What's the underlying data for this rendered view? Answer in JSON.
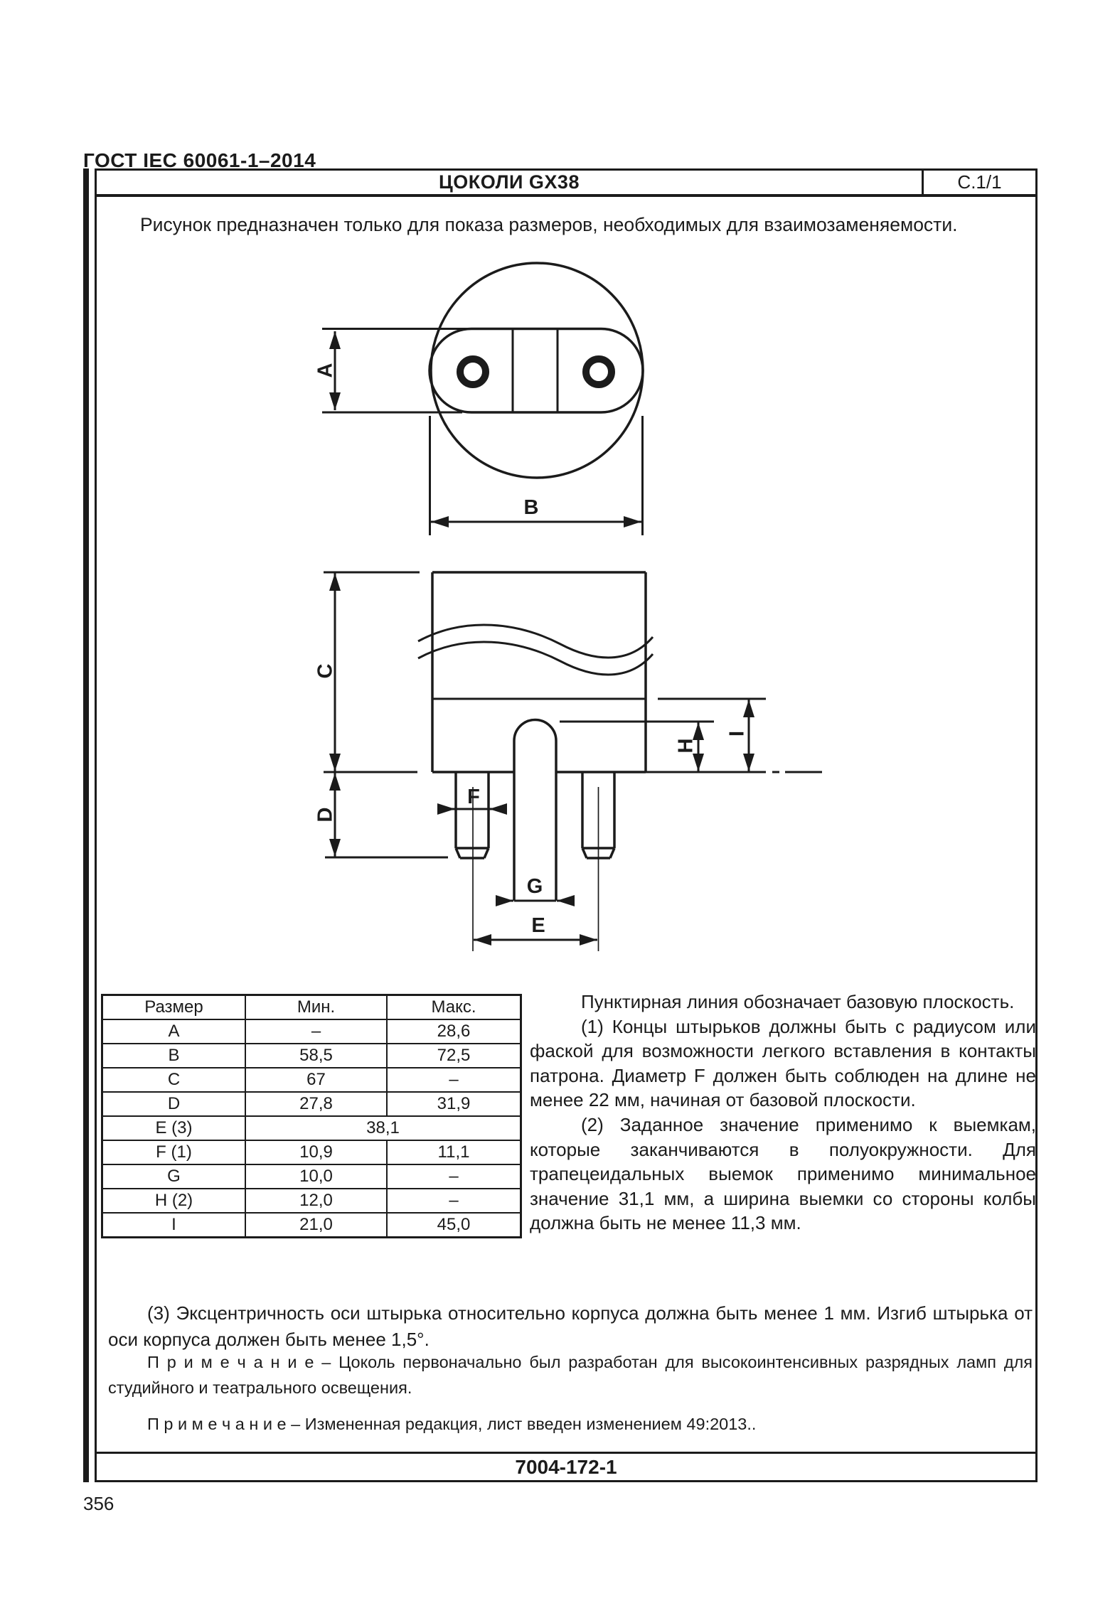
{
  "header": {
    "standard": "ГОСТ IEC 60061-1–2014"
  },
  "sheet": {
    "title": "ЦОКОЛИ GX38",
    "sheet_ref": "С.1/1",
    "intro": "Рисунок предназначен только для показа размеров, необходимых для взаимозаменяемости.",
    "footer_code": "7004-172-1"
  },
  "page_number": "356",
  "diagram": {
    "labels": {
      "A": "A",
      "B": "B",
      "C": "C",
      "D": "D",
      "E": "E",
      "F": "F",
      "G": "G",
      "H": "H",
      "I": "I"
    }
  },
  "dim_table": {
    "headers": {
      "size": "Размер",
      "min": "Мин.",
      "max": "Макс."
    },
    "rows": [
      {
        "label": "A",
        "min": "–",
        "max": "28,6"
      },
      {
        "label": "B",
        "min": "58,5",
        "max": "72,5"
      },
      {
        "label": "C",
        "min": "67",
        "max": "–"
      },
      {
        "label": "D",
        "min": "27,8",
        "max": "31,9"
      },
      {
        "label": "E (3)",
        "span_value": "38,1"
      },
      {
        "label": "F (1)",
        "min": "10,9",
        "max": "11,1"
      },
      {
        "label": "G",
        "min": "10,0",
        "max": "–"
      },
      {
        "label": "H (2)",
        "min": "12,0",
        "max": "–"
      },
      {
        "label": "I",
        "min": "21,0",
        "max": "45,0"
      }
    ]
  },
  "notes": {
    "base_plane": "Пунктирная линия обозначает базовую плоскость.",
    "note_1": "(1) Концы штырьков должны быть с радиусом или фаской для возможности легкого вставления в контакты патрона. Диаметр F должен быть соблюден на длине не менее 22 мм, начиная от базовой плоскости.",
    "note_2": "(2) Заданное значение применимо к выемкам, которые заканчиваются в полуокружности. Для трапецеидальных выемок применимо минимальное значение 31,1 мм, а ширина выемки со стороны колбы должна быть не менее 11,3 мм.",
    "note_3": "(3) Эксцентричность оси штырька относительно корпуса должна быть менее 1 мм. Изгиб штырька от оси корпуса должен быть менее 1,5°.",
    "remark_1": "П р и м е ч а н и е  – Цоколь первоначально был разработан для высокоинтенсивных разрядных ламп для студийного и театрального освещения.",
    "remark_2": "П р и м е ч а н и е  – Измененная редакция, лист введен изменением 49:2013.."
  }
}
